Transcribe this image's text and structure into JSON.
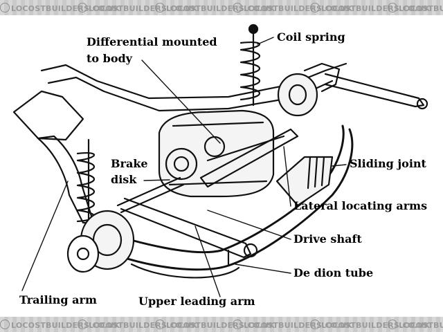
{
  "watermark": "LOCOSTBUILDERS.CO.UK",
  "labels": {
    "differential": "Differential mounted",
    "differential_line2": "to body",
    "coil_spring": "Coil spring",
    "brake": "Brake",
    "brake_line2": "disk",
    "sliding_joint": "Sliding joint",
    "lateral_locating_arms": "Lateral locating arms",
    "drive_shaft": "Drive shaft",
    "de_dion_tube": "De dion tube",
    "trailing_arm": "Trailing arm",
    "upper_leading_arm": "Upper leading arm"
  },
  "colors": {
    "ink": "#111111",
    "watermark_band": "#cfcfcf"
  }
}
